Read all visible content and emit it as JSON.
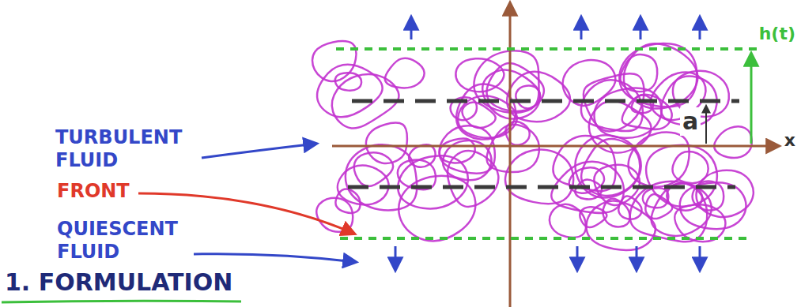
{
  "diagram": {
    "title": "1. FORMULATION",
    "labels": [
      "TURBULENT FLUID",
      "FRONT",
      "QUIESCENT FLUID",
      "a",
      "h(t)",
      "x"
    ]
  }
}
